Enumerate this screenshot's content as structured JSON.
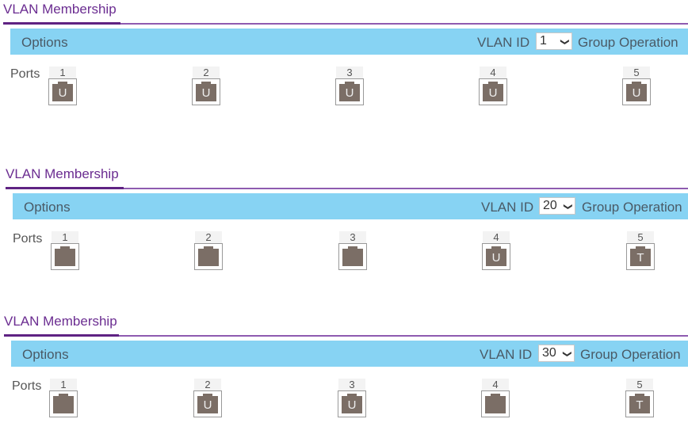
{
  "panels": [
    {
      "title": "VLAN Membership",
      "options": "Options",
      "vlan_id_label": "VLAN ID",
      "vlan_id": "1",
      "group_operation": "Group Operation",
      "ports_label": "Ports",
      "ports": [
        {
          "num": "1",
          "mode": "U"
        },
        {
          "num": "2",
          "mode": "U"
        },
        {
          "num": "3",
          "mode": "U"
        },
        {
          "num": "4",
          "mode": "U"
        },
        {
          "num": "5",
          "mode": "U"
        }
      ]
    },
    {
      "title": "VLAN Membership",
      "options": "Options",
      "vlan_id_label": "VLAN ID",
      "vlan_id": "20",
      "group_operation": "Group Operation",
      "ports_label": "Ports",
      "ports": [
        {
          "num": "1",
          "mode": ""
        },
        {
          "num": "2",
          "mode": ""
        },
        {
          "num": "3",
          "mode": ""
        },
        {
          "num": "4",
          "mode": "U"
        },
        {
          "num": "5",
          "mode": "T"
        }
      ]
    },
    {
      "title": "VLAN Membership",
      "options": "Options",
      "vlan_id_label": "VLAN ID",
      "vlan_id": "30",
      "group_operation": "Group Operation",
      "ports_label": "Ports",
      "ports": [
        {
          "num": "1",
          "mode": ""
        },
        {
          "num": "2",
          "mode": "U"
        },
        {
          "num": "3",
          "mode": "U"
        },
        {
          "num": "4",
          "mode": ""
        },
        {
          "num": "5",
          "mode": "T"
        }
      ]
    }
  ]
}
